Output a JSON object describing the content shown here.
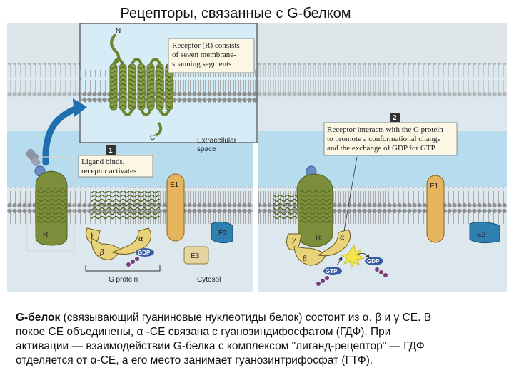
{
  "title": "Рецепторы, связанные с G-белком",
  "figure": {
    "inset": {
      "n_label": "N",
      "c_label": "C",
      "callout": [
        "Receptor (R) consists",
        "of seven membrane-",
        "spanning segments."
      ]
    },
    "step1": {
      "number": "1",
      "callout": [
        "Ligand binds,",
        "receptor activates."
      ]
    },
    "step2": {
      "number": "2",
      "callout": [
        "Receptor interacts with the G protein",
        "to promote a conformational change",
        "and the exchange of GDP for GTP."
      ]
    },
    "labels": {
      "extracellular": [
        "Extracellular",
        "space"
      ],
      "cytosol": "Cytosol",
      "g_protein": "G protein",
      "r": "R",
      "e1": "E1",
      "e2": "E2",
      "e3": "E3",
      "gamma": "γ",
      "beta": "β",
      "alpha": "α",
      "gdp": "GDP",
      "gtp": "GTP"
    },
    "colors": {
      "extracellular_bg": "#b7dcee",
      "cytosol_bg": "#dce8ee",
      "membrane_heads": "#8a8a8a",
      "receptor": "#7c8e3c",
      "g_protein": "#e8d27a",
      "effector_e1": "#e6b45c",
      "effector_e2": "#2f7fb0",
      "effector_e3": "#e6d5a0",
      "arrow": "#1f6fae"
    }
  },
  "caption": {
    "lines": [
      "G-белок (связывающий гуаниновые нуклеотиды белок) состоит из α, β и γ СЕ. В",
      "покое СЕ объединены, α -СЕ связана с гуанозиндифосфатом (ГДФ). При",
      "активации — взаимодействии G-белка с комплексом \"лиганд-рецептор\" — ГДФ",
      "отделяется от α-СЕ, а его место занимает гуанозинтрифосфат (ГТФ)."
    ],
    "bold_lead": "G-белок"
  }
}
